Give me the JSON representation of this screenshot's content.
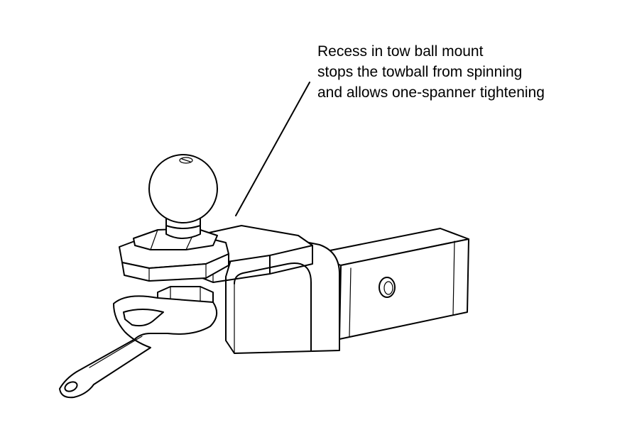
{
  "diagram": {
    "annotation": {
      "lines": [
        "Recess in tow ball mount",
        "stops the towball from spinning",
        "and allows one-spanner tightening"
      ]
    },
    "parts": [
      "tow-ball",
      "hex-nut",
      "tow-ball-mount",
      "receiver-shank",
      "pin-hole",
      "spanner"
    ],
    "colors": {
      "line": "#000000",
      "background": "#ffffff"
    }
  }
}
